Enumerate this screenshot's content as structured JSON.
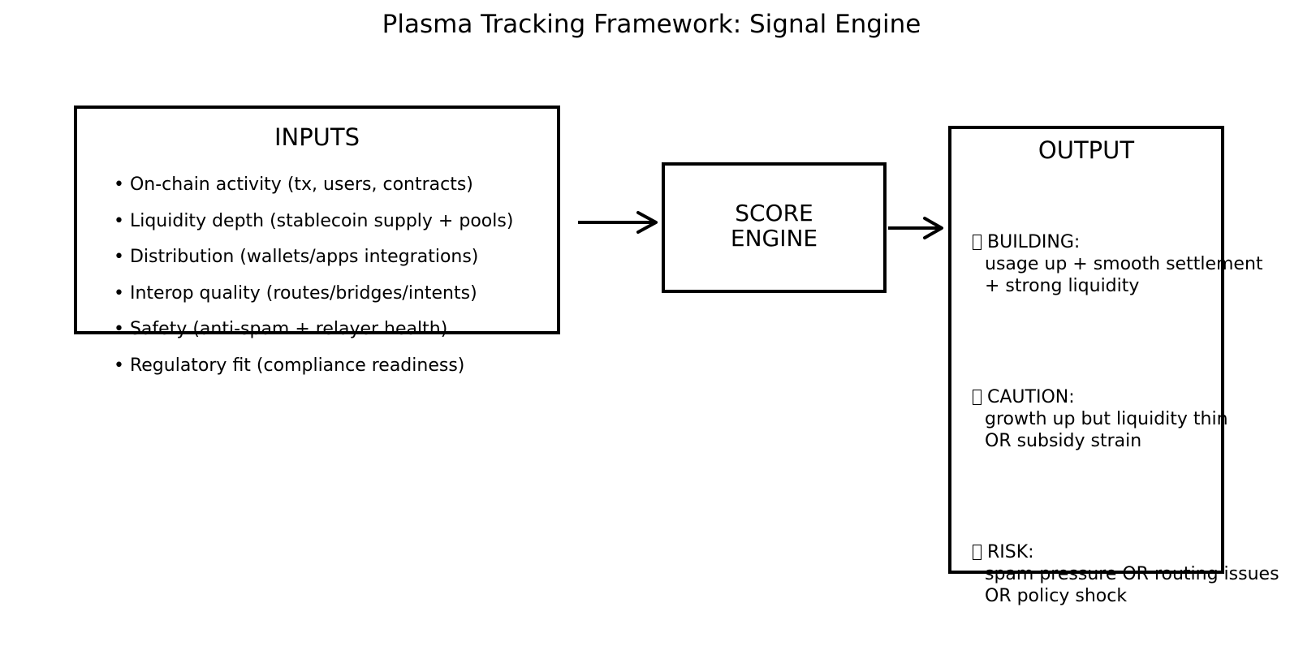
{
  "title": "Plasma Tracking Framework: Signal Engine",
  "inputs": {
    "title": "INPUTS",
    "items": [
      "• On-chain activity (tx, users, contracts)",
      "• Liquidity depth (stablecoin supply + pools)",
      "• Distribution (wallets/apps integrations)",
      "• Interop quality (routes/bridges/intents)",
      "• Safety (anti-spam + relayer health)",
      "• Regulatory fit (compliance readiness)"
    ]
  },
  "engine": {
    "line1": "SCORE",
    "line2": "ENGINE"
  },
  "output": {
    "title": "OUTPUT",
    "signals": [
      {
        "icon": "missing-glyph-icon",
        "label": "BUILDING:",
        "desc": [
          "usage up + smooth settlement",
          "+ strong liquidity"
        ]
      },
      {
        "icon": "missing-glyph-icon",
        "label": "CAUTION:",
        "desc": [
          "growth up but liquidity thin",
          "OR subsidy strain"
        ]
      },
      {
        "icon": "missing-glyph-icon",
        "label": "RISK:",
        "desc": [
          "spam pressure OR routing issues",
          "OR policy shock"
        ]
      }
    ]
  },
  "arrows": [
    {
      "from": "inputs",
      "to": "engine"
    },
    {
      "from": "engine",
      "to": "output"
    }
  ]
}
